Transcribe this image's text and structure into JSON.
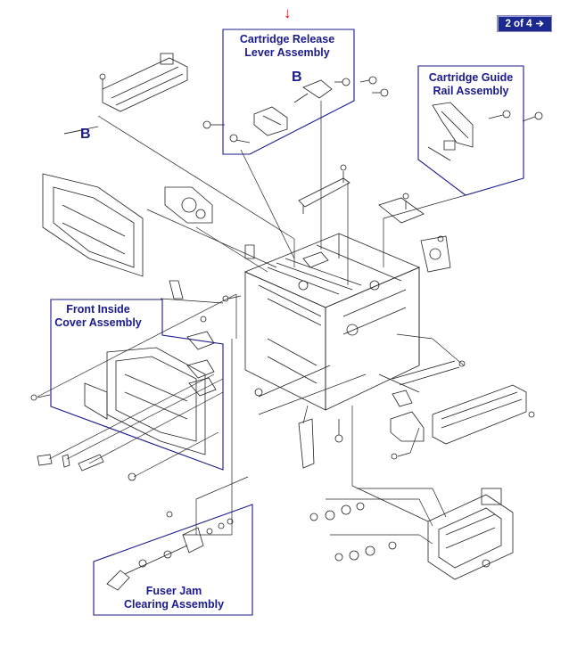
{
  "nav": {
    "page_text": "2 of 4",
    "arrow_icon": "arrow-right-icon"
  },
  "marker": {
    "glyph": "↓",
    "color": "#cc1111"
  },
  "labels": {
    "cartridge_release": [
      "Cartridge Release",
      "Lever Assembly"
    ],
    "cartridge_guide": [
      "Cartridge Guide",
      "Rail Assembly"
    ],
    "front_inside": [
      "Front Inside",
      "Cover Assembly"
    ],
    "fuser_jam": [
      "Fuser Jam",
      "Clearing Assembly"
    ]
  },
  "callouts": {
    "b_top": "B",
    "b_left": "B"
  },
  "colors": {
    "label": "#1a1a8c",
    "box": "#1a1a8c",
    "nav_bg": "#1c2a8f",
    "lines": "#222222"
  }
}
